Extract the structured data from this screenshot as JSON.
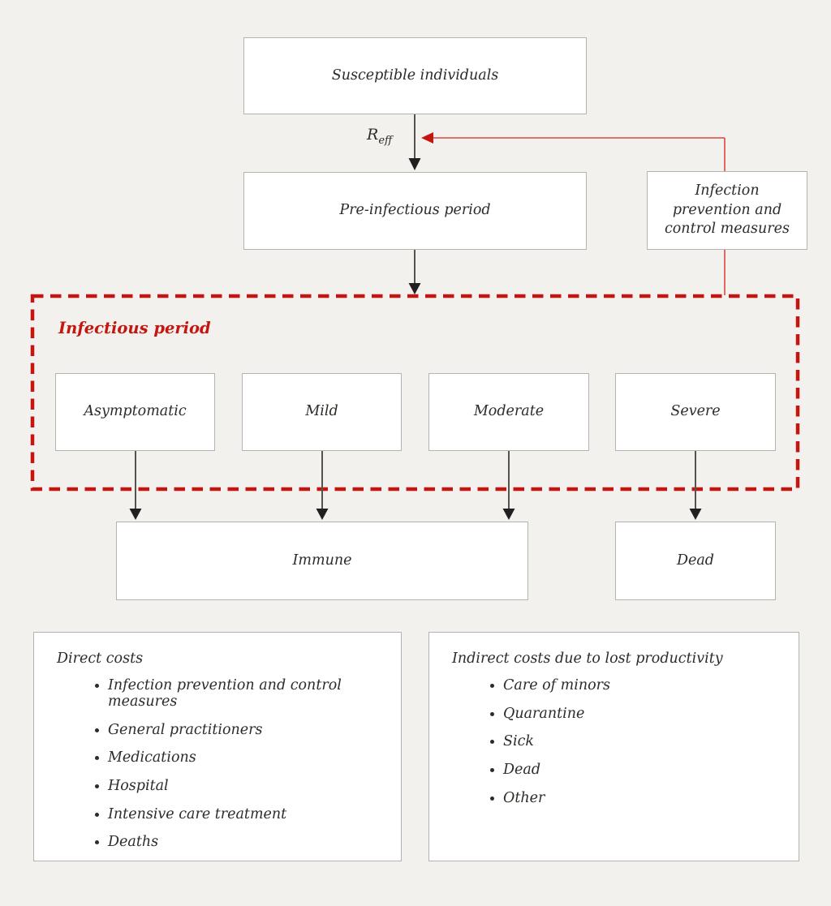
{
  "nodes": {
    "susceptible": "Susceptible individuals",
    "pre_infectious": "Pre-infectious period",
    "infection_prevention": "Infection prevention and control measures",
    "asymptomatic": "Asymptomatic",
    "mild": "Mild",
    "moderate": "Moderate",
    "severe": "Severe",
    "immune": "Immune",
    "dead": "Dead"
  },
  "labels": {
    "infectious_period": "Infectious period",
    "r_eff_base": "R",
    "r_eff_sub": "eff"
  },
  "direct_costs": {
    "title": "Direct costs",
    "items": [
      "Infection prevention and control measures",
      "General practitioners",
      "Medications",
      "Hospital",
      "Intensive care treatment",
      "Deaths"
    ]
  },
  "indirect_costs": {
    "title": "Indirect costs due to lost productivity",
    "items": [
      "Care of minors",
      "Quarantine",
      "Sick",
      "Dead",
      "Other"
    ]
  },
  "colors": {
    "background": "#f2f1ee",
    "box_fill": "#ffffff",
    "box_border": "#b5b3b0",
    "text": "#2e2b28",
    "red_accent": "#c6150f",
    "red_line": "#d8473d",
    "arrow_line": "#56524e",
    "arrowhead": "#231f20"
  }
}
